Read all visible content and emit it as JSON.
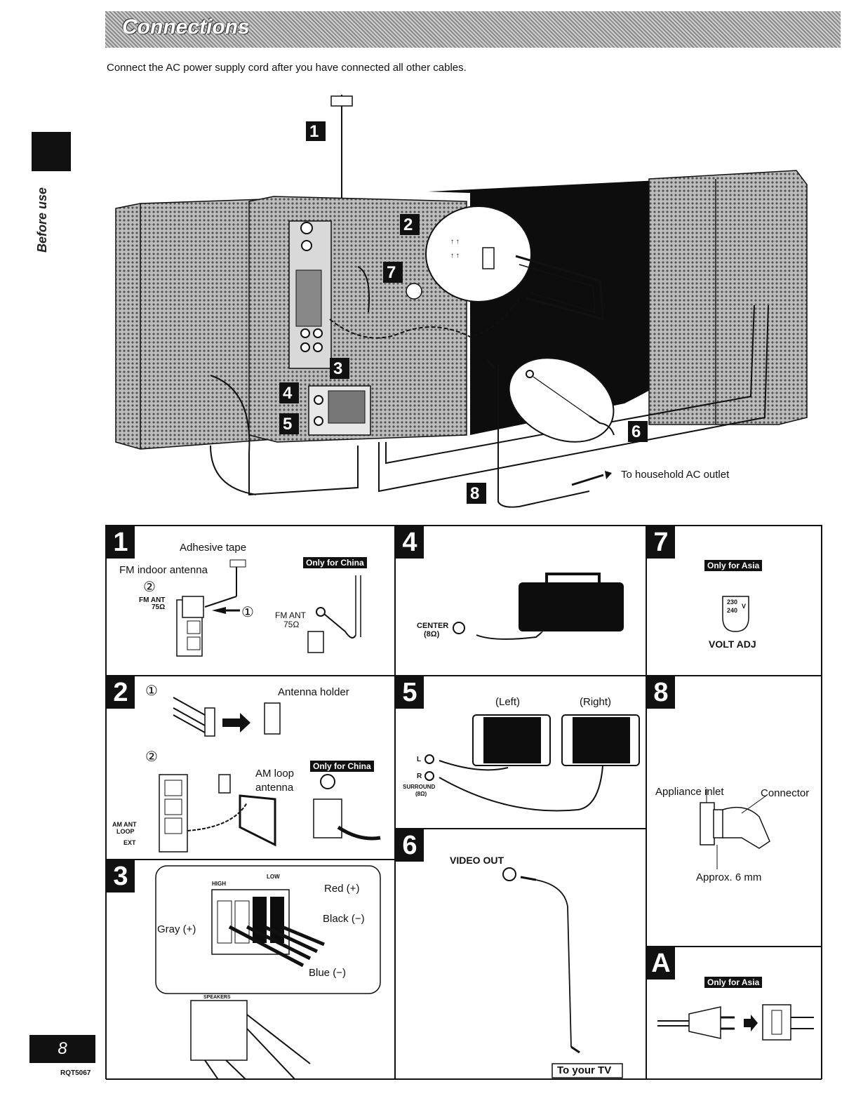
{
  "header": {
    "title": "Connections"
  },
  "intro_text": "Connect the AC power supply cord after you have connected all other cables.",
  "side_label": "Before use",
  "page_number": "8",
  "doc_code": "RQT5067",
  "main_figure": {
    "callouts": [
      "1",
      "2",
      "3",
      "4",
      "5",
      "6",
      "7",
      "8"
    ],
    "ac_outlet_label": "To household AC outlet"
  },
  "panels": {
    "p1": {
      "tag": "1",
      "adhesive_tape": "Adhesive tape",
      "fm_indoor_antenna": "FM indoor antenna",
      "china_badge": "Only for China",
      "fm_ant_line1": "FM ANT",
      "fm_ant_line2": "75Ω",
      "step1": "①",
      "step2": "②"
    },
    "p2": {
      "tag": "2",
      "step1": "①",
      "step2": "②",
      "antenna_holder": "Antenna holder",
      "am_loop_line1": "AM loop",
      "am_loop_line2": "antenna",
      "china_badge": "Only for China",
      "am_ant": "AM ANT",
      "loop": "LOOP",
      "ext": "EXT"
    },
    "p3": {
      "tag": "3",
      "red": "Red (+)",
      "black": "Black (−)",
      "gray": "Gray (+)",
      "blue": "Blue (−)",
      "high": "HIGH",
      "low": "LOW",
      "speakers": "SPEAKERS"
    },
    "p4": {
      "tag": "4",
      "center_line1": "CENTER",
      "center_line2": "(8Ω)"
    },
    "p5": {
      "tag": "5",
      "left": "(Left)",
      "right": "(Right)",
      "l": "L",
      "r": "R",
      "surround_line1": "SURROUND",
      "surround_line2": "(8Ω)"
    },
    "p6": {
      "tag": "6",
      "video_out": "VIDEO OUT",
      "to_tv": "To your TV"
    },
    "p7": {
      "tag": "7",
      "asia_badge": "Only for Asia",
      "volt_adj": "VOLT ADJ",
      "v230": "230",
      "v240": "240",
      "v": "V"
    },
    "p8": {
      "tag": "8",
      "appliance_inlet": "Appliance inlet",
      "connector": "Connector",
      "approx": "Approx. 6 mm"
    },
    "pA": {
      "tag": "A",
      "asia_badge": "Only for Asia"
    }
  }
}
